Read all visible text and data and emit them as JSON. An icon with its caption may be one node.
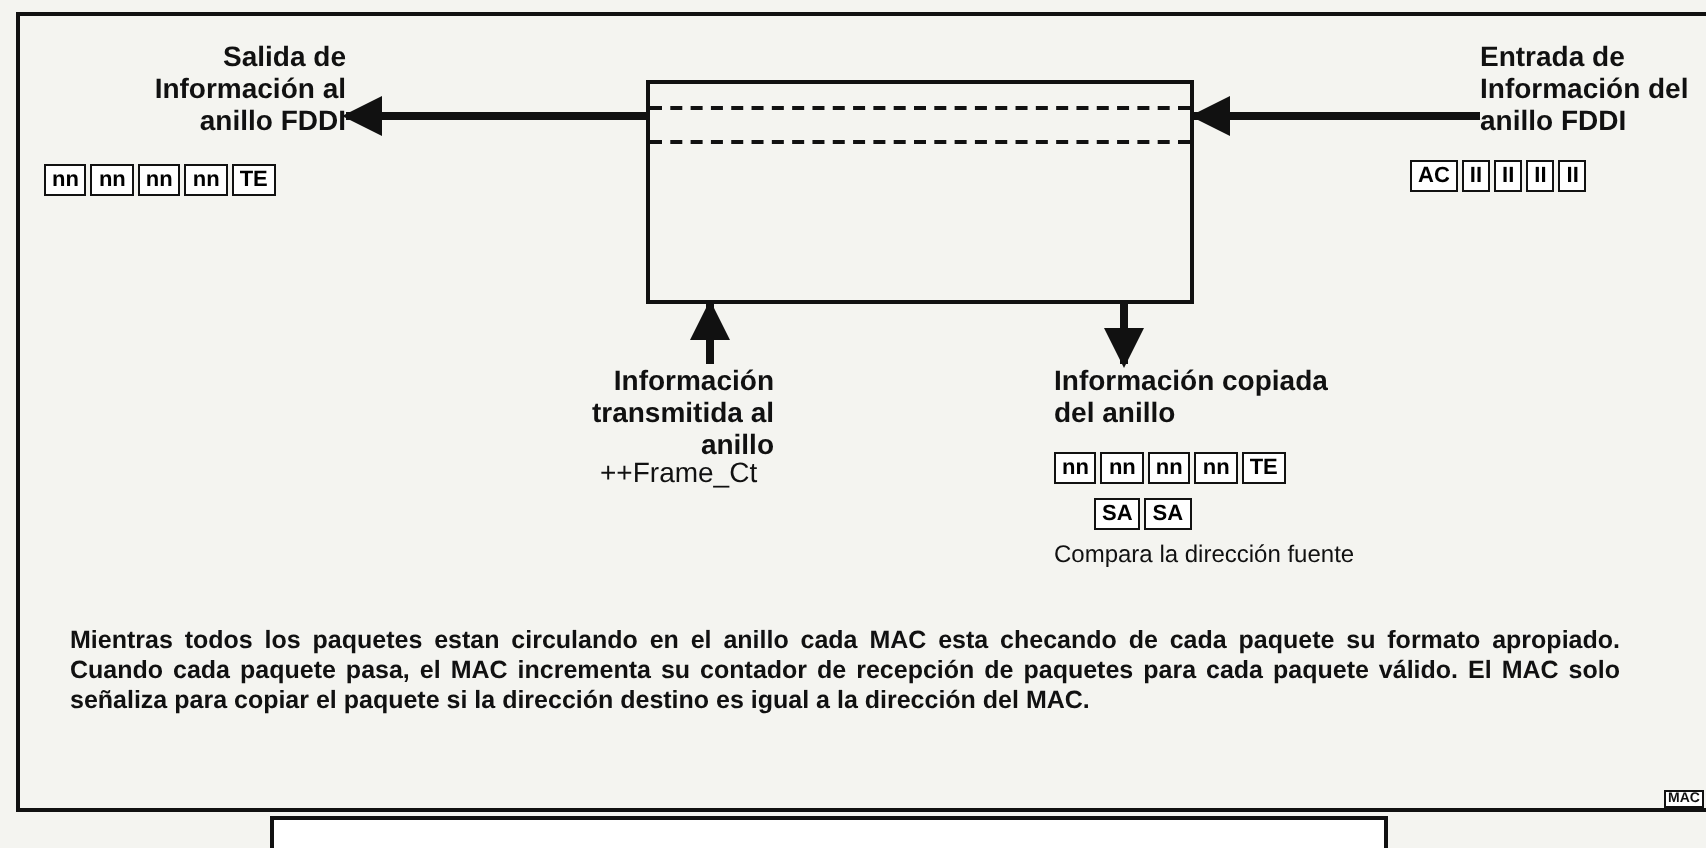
{
  "diagram": {
    "nodes": [
      {
        "text": [],
        "shape": "box"
      },
      {
        "text": [
          "Salida de Información al anillo FDDI"
        ]
      },
      {
        "text": [
          "Entrada de Información del anillo FDDI"
        ]
      },
      {
        "text": [
          "Información transmitida al anillo"
        ]
      },
      {
        "text": [
          "Información copiada del anillo"
        ]
      }
    ],
    "edges": [
      {
        "from": 2,
        "to": 0,
        "arrow": "to"
      },
      {
        "from": 0,
        "to": 1,
        "arrow": "to"
      },
      {
        "from": 3,
        "to": 0,
        "arrow": "to"
      },
      {
        "from": 0,
        "to": 4,
        "arrow": "to"
      }
    ],
    "labels": [
      "nn",
      "nn",
      "nn",
      "nn",
      "TE",
      "AC",
      "II",
      "II",
      "II",
      "II",
      "++Frame_Ct",
      "nn",
      "nn",
      "nn",
      "nn",
      "TE",
      "SA",
      "SA",
      "Compara la dirección fuente",
      "Mientras todos los paquetes estan circulando en el anillo  cada MAC esta checando de cada paquete su formato apropiado.  Cuando cada paquete pasa, el MAC incrementa su contador de recepción de paquetes para cada paquete válido.  El MAC solo señaliza para copiar el paquete si la dirección destino es igual a la dirección del MAC.",
      "MAC"
    ]
  }
}
